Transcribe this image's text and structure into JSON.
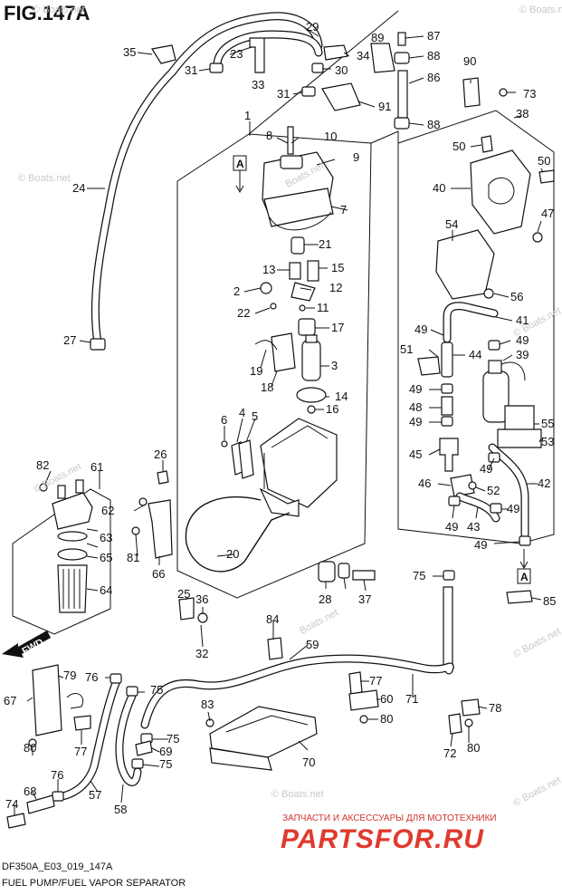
{
  "figure": {
    "title": "FIG.147A",
    "footer_code": "DF350A_E03_019_147A",
    "footer_caption": "FUEL PUMP/FUEL VAPOR SEPARATOR",
    "ref_box_label": "A",
    "fwd_label": "FWD"
  },
  "watermarks": {
    "boats_net": "© Boats.net",
    "boats_net_plain": "Boats.net",
    "partsru_caption": "ЗАПЧАСТИ И АКСЕССУАРЫ ДЛЯ МОТОТЕХНИКИ",
    "partsru_logo": "PARTSFOR.RU"
  },
  "callouts": [
    "1",
    "2",
    "3",
    "4",
    "5",
    "6",
    "7",
    "8",
    "9",
    "10",
    "11",
    "12",
    "13",
    "14",
    "15",
    "16",
    "17",
    "18",
    "19",
    "20",
    "21",
    "22",
    "23",
    "24",
    "25",
    "26",
    "27",
    "28",
    "29",
    "30",
    "31",
    "31",
    "32",
    "33",
    "34",
    "35",
    "36",
    "37",
    "38",
    "39",
    "40",
    "41",
    "42",
    "43",
    "44",
    "45",
    "46",
    "47",
    "48",
    "49",
    "49",
    "49",
    "49",
    "49",
    "49",
    "49",
    "49",
    "50",
    "50",
    "51",
    "52",
    "53",
    "54",
    "55",
    "56",
    "57",
    "58",
    "59",
    "60",
    "61",
    "62",
    "63",
    "64",
    "65",
    "66",
    "67",
    "68",
    "69",
    "70",
    "71",
    "72",
    "73",
    "74",
    "75",
    "75",
    "75",
    "75",
    "76",
    "76",
    "77",
    "77",
    "78",
    "79",
    "80",
    "80",
    "80",
    "81",
    "82",
    "83",
    "84",
    "85",
    "86",
    "87",
    "88",
    "88",
    "89",
    "90",
    "91"
  ]
}
